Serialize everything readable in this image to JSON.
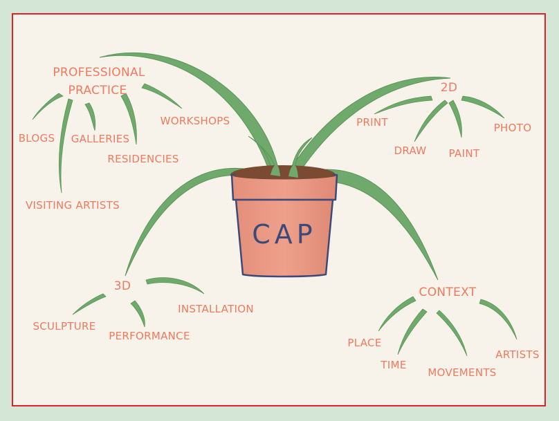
{
  "pot": {
    "label": "CAP"
  },
  "colors": {
    "background": "#f7f2ea",
    "frame": "#e0202a",
    "outer": "#d4e6d6",
    "leaf": "#6faa6c",
    "leaf_dark": "#4f8c51",
    "text": "#ef7a5e",
    "pot": "#e99a86",
    "pot_outline": "#3b4a78",
    "soil": "#7a4a32"
  },
  "branches": {
    "professional_practice": {
      "title_line1": "PROFESSIONAL",
      "title_line2": "PRACTICE",
      "items": [
        "BLOGS",
        "GALLERIES",
        "RESIDENCIES",
        "WORKSHOPS",
        "VISITING ARTISTS"
      ]
    },
    "two_d": {
      "title": "2D",
      "items": [
        "PRINT",
        "DRAW",
        "PAINT",
        "PHOTO"
      ]
    },
    "three_d": {
      "title": "3D",
      "items": [
        "SCULPTURE",
        "PERFORMANCE",
        "INSTALLATION"
      ]
    },
    "context": {
      "title": "CONTEXT",
      "items": [
        "PLACE",
        "TIME",
        "MOVEMENTS",
        "ARTISTS"
      ]
    }
  }
}
